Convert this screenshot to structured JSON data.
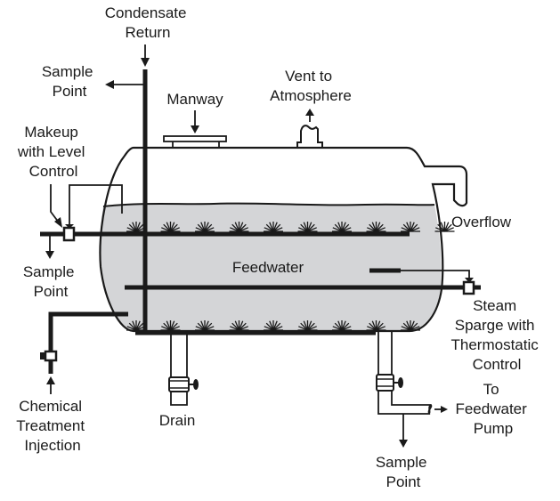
{
  "diagram": {
    "title": "Feedwater Deaerator Tank",
    "colors": {
      "line": "#1a1a1a",
      "water": "#d4d5d7",
      "background": "#ffffff"
    },
    "labels": {
      "condensate_return": [
        "Condensate",
        "Return"
      ],
      "sample_point_top": [
        "Sample",
        "Point"
      ],
      "manway": [
        "Manway"
      ],
      "vent": [
        "Vent to",
        "Atmosphere"
      ],
      "makeup": [
        "Makeup",
        "with Level",
        "Control"
      ],
      "overflow": [
        "Overflow"
      ],
      "sample_point_left": [
        "Sample",
        "Point"
      ],
      "feedwater": [
        "Feedwater"
      ],
      "steam_sparge": [
        "Steam",
        "Sparge with",
        "Thermostatic",
        "Control"
      ],
      "chemical": [
        "Chemical",
        "Treatment",
        "Injection"
      ],
      "drain": [
        "Drain"
      ],
      "to_pump": [
        "To",
        "Feedwater",
        "Pump"
      ],
      "sample_point_bottom": [
        "Sample",
        "Point"
      ]
    },
    "upper_sparger_nozzle_count": 10,
    "lower_sparger_nozzle_count": 9
  }
}
